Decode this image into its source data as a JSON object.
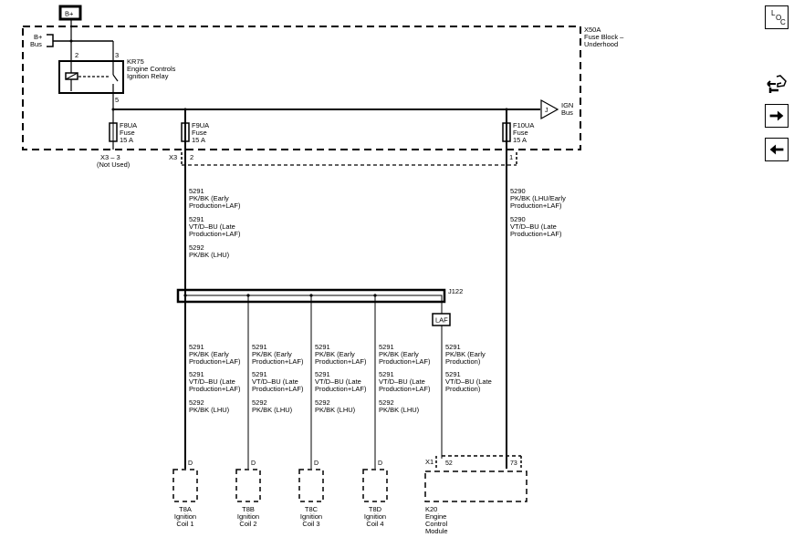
{
  "power_source": {
    "label": "B+"
  },
  "fuse_block": {
    "id": "X50A",
    "name_line1": "Fuse Block –",
    "name_line2": "Underhood"
  },
  "bplus_bus": {
    "line1": "B+",
    "line2": "Bus"
  },
  "relay": {
    "id": "KR75",
    "name_line1": "Engine Controls",
    "name_line2": "Ignition Relay",
    "pins": {
      "coil": "2",
      "input": "3",
      "output": "5"
    }
  },
  "ign_bus": {
    "connector": "J",
    "line1": "IGN",
    "line2": "Bus"
  },
  "fuses": [
    {
      "id": "F8UA",
      "line2": "Fuse",
      "rating": "15 A"
    },
    {
      "id": "F9UA",
      "line2": "Fuse",
      "rating": "15 A"
    },
    {
      "id": "F10UA",
      "line2": "Fuse",
      "rating": "15 A"
    }
  ],
  "connector_x3": {
    "unused_line1": "X3 – 3",
    "unused_line2": "(Not Used)",
    "label": "X3",
    "pin_left": "2",
    "pin_right": "1"
  },
  "upper_wire_labels_left": [
    {
      "circuit": "5291",
      "line2": "PK/BK (Early",
      "line3": "Production+LAF)"
    },
    {
      "circuit": "5291",
      "line2": "VT/D–BU (Late",
      "line3": "Production+LAF)"
    },
    {
      "circuit": "5292",
      "line2": "PK/BK (LHU)"
    }
  ],
  "upper_wire_labels_right": [
    {
      "circuit": "5290",
      "line2": "PK/BK (LHU/Early",
      "line3": "Production+LAF)"
    },
    {
      "circuit": "5290",
      "line2": "VT/D–BU (Late",
      "line3": "Production+LAF)"
    }
  ],
  "splice": {
    "id": "J122",
    "option_tag": "LAF"
  },
  "coil_wire_labels": [
    {
      "circuit": "5291",
      "line2": "PK/BK (Early",
      "line3": "Production+LAF)"
    },
    {
      "circuit": "5291",
      "line2": "VT/D–BU (Late",
      "line3": "Production+LAF)"
    },
    {
      "circuit": "5292",
      "line2": "PK/BK (LHU)"
    }
  ],
  "ecm_wire_labels": [
    {
      "circuit": "5291",
      "line2": "PK/BK (Early",
      "line3": "Production)"
    },
    {
      "circuit": "5291",
      "line2": "VT/D–BU (Late",
      "line3": "Production)"
    }
  ],
  "coils": [
    {
      "pin": "D",
      "id": "T8A",
      "line2": "Ignition",
      "line3": "Coil 1"
    },
    {
      "pin": "D",
      "id": "T8B",
      "line2": "Ignition",
      "line3": "Coil 2"
    },
    {
      "pin": "D",
      "id": "T8C",
      "line2": "Ignition",
      "line3": "Coil 3"
    },
    {
      "pin": "D",
      "id": "T8D",
      "line2": "Ignition",
      "line3": "Coil 4"
    }
  ],
  "ecm": {
    "connector": "X1",
    "pin_a": "52",
    "pin_b": "73",
    "id": "K20",
    "line2": "Engine",
    "line3": "Control",
    "line4": "Module"
  },
  "nav": {
    "loc_icon": "location-icon",
    "hand_icon": "hand-point-icon",
    "next_icon": "arrow-right-icon",
    "prev_icon": "arrow-left-icon",
    "loc_letters": [
      "L",
      "O",
      "C"
    ]
  }
}
